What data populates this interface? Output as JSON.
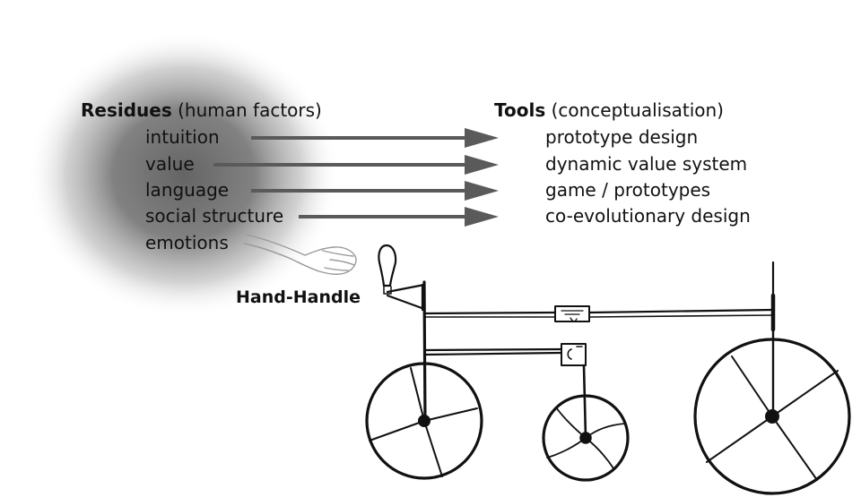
{
  "residues": {
    "title": "Residues",
    "subtitle": "(human factors)",
    "items": [
      "intuition",
      "value",
      "language",
      "social structure",
      "emotions"
    ]
  },
  "tools": {
    "title": "Tools",
    "subtitle": "(conceptualisation)",
    "items": [
      "prototype design",
      "dynamic value system",
      "game / prototypes",
      "co-evolutionary design"
    ]
  },
  "hand_handle_label": "Hand-Handle",
  "colors": {
    "arrow": "#5a5a5a",
    "ink": "#111111",
    "cloud": "#6b6b6b"
  }
}
